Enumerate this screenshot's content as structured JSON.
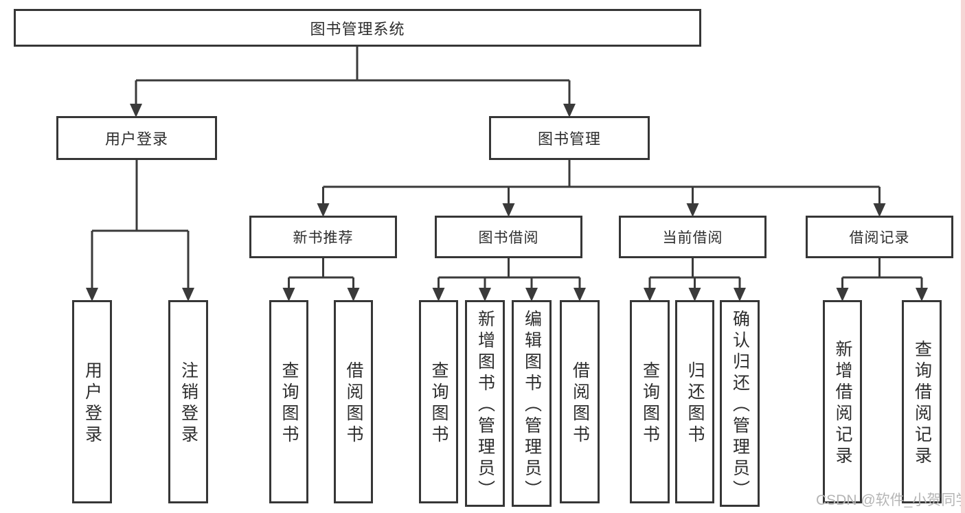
{
  "diagram_title": "图书管理系统",
  "tree": {
    "root": {
      "label": "图书管理系统"
    },
    "branches": [
      {
        "label": "用户登录",
        "children": [
          {
            "label": "用户登录"
          },
          {
            "label": "注销登录"
          }
        ]
      },
      {
        "label": "图书管理",
        "children": [
          {
            "label": "新书推荐",
            "children": [
              {
                "label": "查询图书"
              },
              {
                "label": "借阅图书"
              }
            ]
          },
          {
            "label": "图书借阅",
            "children": [
              {
                "label": "查询图书"
              },
              {
                "label": "新增图书（管理员）"
              },
              {
                "label": "编辑图书（管理员）"
              },
              {
                "label": "借阅图书"
              }
            ]
          },
          {
            "label": "当前借阅",
            "children": [
              {
                "label": "查询图书"
              },
              {
                "label": "归还图书"
              },
              {
                "label": "确认归还（管理员）"
              }
            ]
          },
          {
            "label": "借阅记录",
            "children": [
              {
                "label": "新增借阅记录"
              },
              {
                "label": "查询借阅记录"
              }
            ]
          }
        ]
      }
    ]
  },
  "watermark": {
    "text": "CSDN @软件_小贺同学"
  },
  "colors": {
    "line": "#3a3a3a",
    "box_border": "#363636",
    "text": "#2d2d2d",
    "watermark": "#b5b5b5",
    "right_edge_strip": "#f6d5d5",
    "background": "#ffffff"
  }
}
